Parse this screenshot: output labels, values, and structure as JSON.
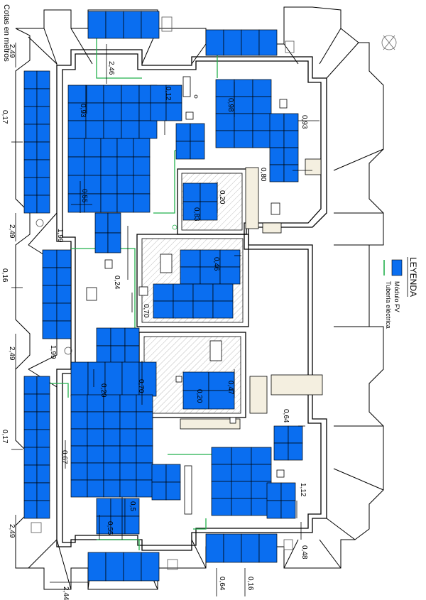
{
  "units_label": "Cotas en metros",
  "legend": {
    "title": "LEYENDA",
    "module_label": "Módulo FV",
    "pipe_label": "Tubería eléctrica"
  },
  "colors": {
    "module_fill": "#0a6ef0",
    "module_stroke": "#000000",
    "pipe": "#22b14c",
    "wall": "#000000",
    "hatch": "#c8c8c8"
  },
  "dimensions": {
    "left_top": "2,49",
    "top_offset": "2,46",
    "left_017_a": "0,17",
    "left_249_b": "2,49",
    "left_016": "0,16",
    "left_249_c": "2,49",
    "left_017_b": "0,17",
    "left_249_d": "2,49",
    "bottom_244": "2,44",
    "bottom_064": "0,64",
    "bottom_016": "0,16",
    "right_048": "0,48",
    "right_112": "1,12",
    "right_064": "0,64",
    "right_093": "0,93",
    "right_080": "0,80",
    "inner_093": "0,93",
    "inner_012": "0,12",
    "inner_098": "0,98",
    "inner_055_a": "0,55",
    "inner_020_a": "0,20",
    "inner_083": "0,83",
    "inner_199_a": "1,99",
    "inner_024": "0,24",
    "inner_046": "0,46",
    "inner_070_a": "0,70",
    "inner_199_b": "1,99",
    "inner_020_b": "0,20",
    "inner_070_b": "0,70",
    "inner_047": "0,47",
    "inner_020_c": "0,20",
    "inner_067": "0,67",
    "inner_05": "0,5",
    "inner_055_b": "0,55"
  }
}
